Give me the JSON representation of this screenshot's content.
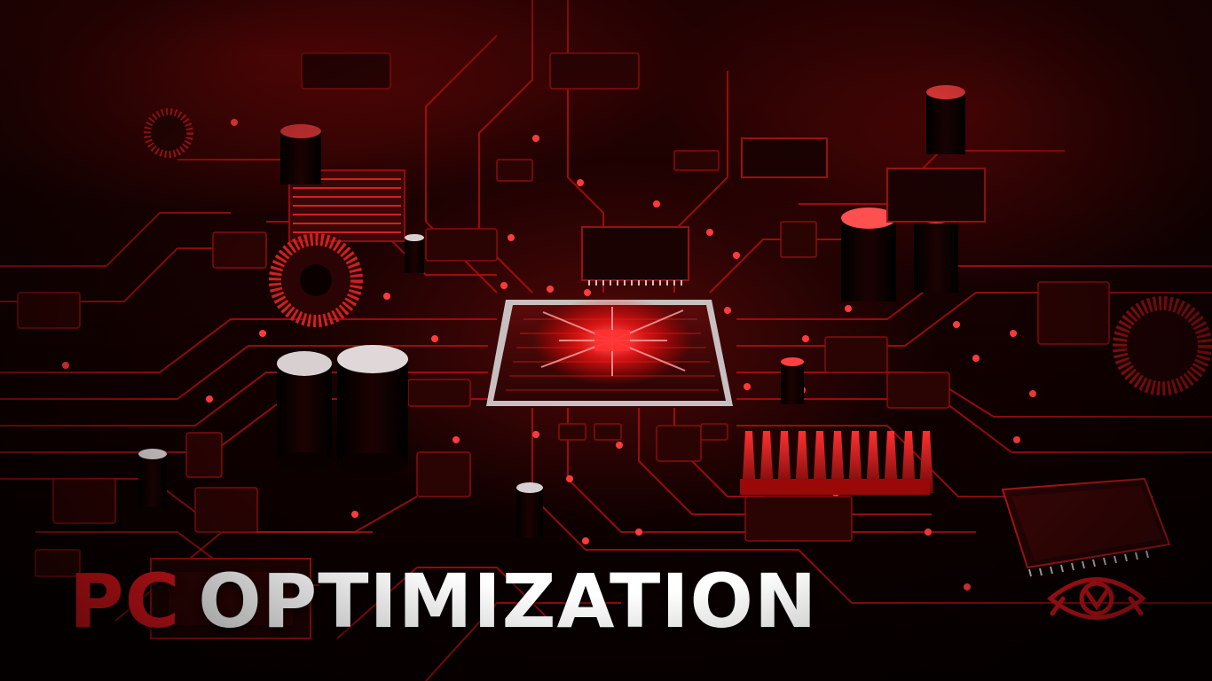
{
  "title": {
    "accent_text": "PC",
    "main_text": "OPTIMIZATION"
  },
  "icons": {
    "logo": "eye-circuit-logo",
    "chip": "cpu-chip"
  },
  "colors": {
    "accent": "#e3151b",
    "title_main": "#ffffff",
    "glow": "#ff2a2a",
    "background": "#0d0000"
  }
}
